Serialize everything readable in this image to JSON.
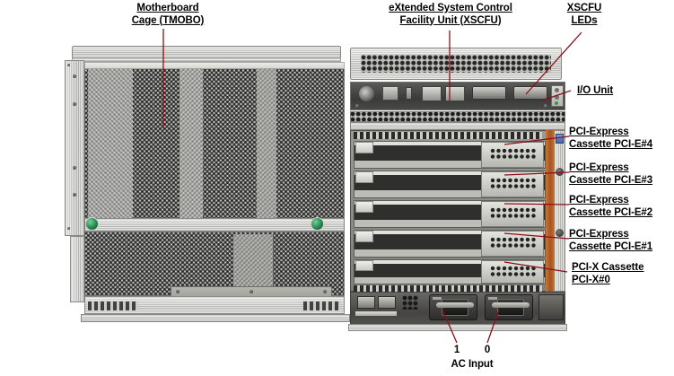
{
  "figure": {
    "title": "Server rear panel callout diagram",
    "background_color": "#ffffff",
    "leader_color": "#8b0f18",
    "text_color": "#000000"
  },
  "labels": {
    "motherboard_cage": {
      "line1": "Motherboard",
      "line2": "Cage (TMOBO)"
    },
    "xscfu": {
      "line1": "eXtended System Control",
      "line2": "Facility Unit (XSCFU)"
    },
    "xscfu_leds": {
      "line1": "XSCFU",
      "line2": "LEDs"
    },
    "io_unit": {
      "line1": "I/O Unit"
    },
    "pcie4": {
      "line1": "PCI-Express",
      "line2": "Cassette PCI-E#4"
    },
    "pcie3": {
      "line1": "PCI-Express",
      "line2": "Cassette PCI-E#3"
    },
    "pcie2": {
      "line1": "PCI-Express",
      "line2": "Cassette PCI-E#2"
    },
    "pcie1": {
      "line1": "PCI-Express",
      "line2": "Cassette PCI-E#1"
    },
    "pcix0": {
      "line1": "PCI-X Cassette",
      "line2": "PCI-X#0"
    },
    "ac_input": {
      "port_1": "1",
      "port_0": "0",
      "caption": "AC Input"
    }
  },
  "hardware": {
    "chassis": "server-rear-panel",
    "cassettes": [
      {
        "name": "PCI-E#4",
        "slot_index": 4
      },
      {
        "name": "PCI-E#3",
        "slot_index": 3
      },
      {
        "name": "PCI-E#2",
        "slot_index": 2
      },
      {
        "name": "PCI-E#1",
        "slot_index": 1
      },
      {
        "name": "PCI-X#0",
        "slot_index": 0
      }
    ],
    "ac_inlets": [
      "1",
      "0"
    ],
    "accent_colors": {
      "handle_green": "#27a05a",
      "guide_orange": "#c0662b",
      "led_blue": "#4a73c8"
    }
  }
}
